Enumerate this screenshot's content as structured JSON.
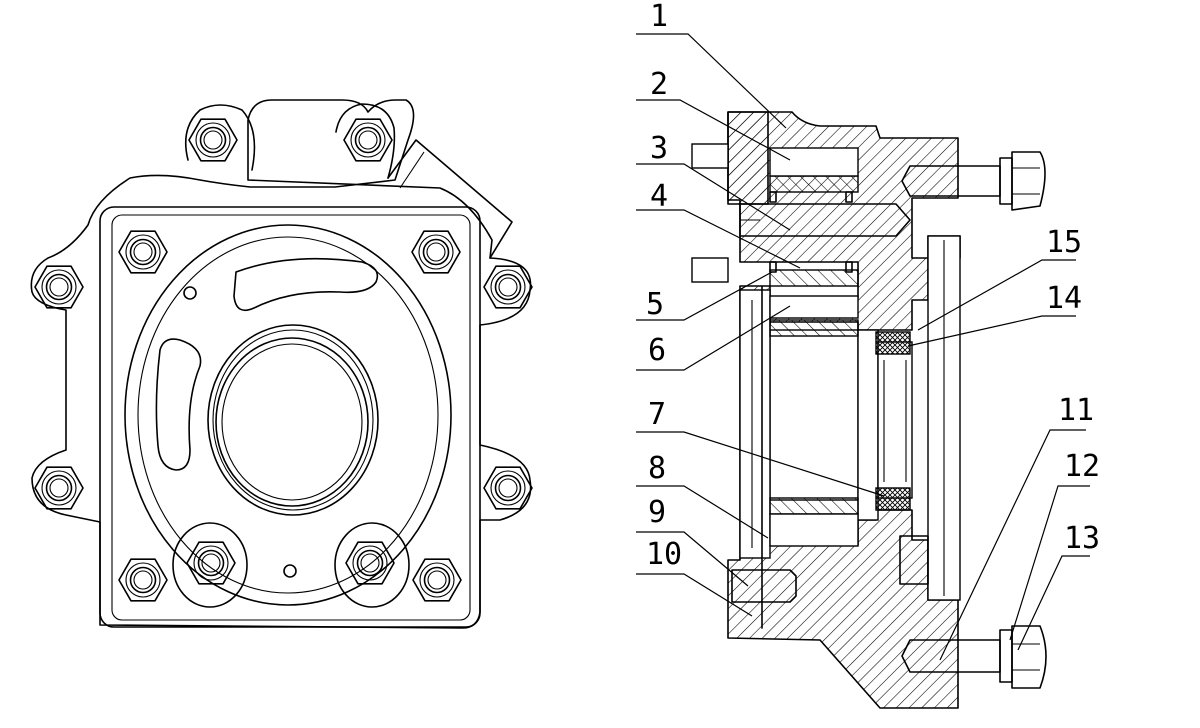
{
  "figure": {
    "front_view": "flange front view",
    "section_view": "flange cross-section"
  },
  "callouts": [
    {
      "id": "1",
      "label": "1"
    },
    {
      "id": "2",
      "label": "2"
    },
    {
      "id": "3",
      "label": "3"
    },
    {
      "id": "4",
      "label": "4"
    },
    {
      "id": "5",
      "label": "5"
    },
    {
      "id": "6",
      "label": "6"
    },
    {
      "id": "7",
      "label": "7"
    },
    {
      "id": "8",
      "label": "8"
    },
    {
      "id": "9",
      "label": "9"
    },
    {
      "id": "10",
      "label": "10"
    },
    {
      "id": "11",
      "label": "11"
    },
    {
      "id": "12",
      "label": "12"
    },
    {
      "id": "13",
      "label": "13"
    },
    {
      "id": "14",
      "label": "14"
    },
    {
      "id": "15",
      "label": "15"
    }
  ]
}
